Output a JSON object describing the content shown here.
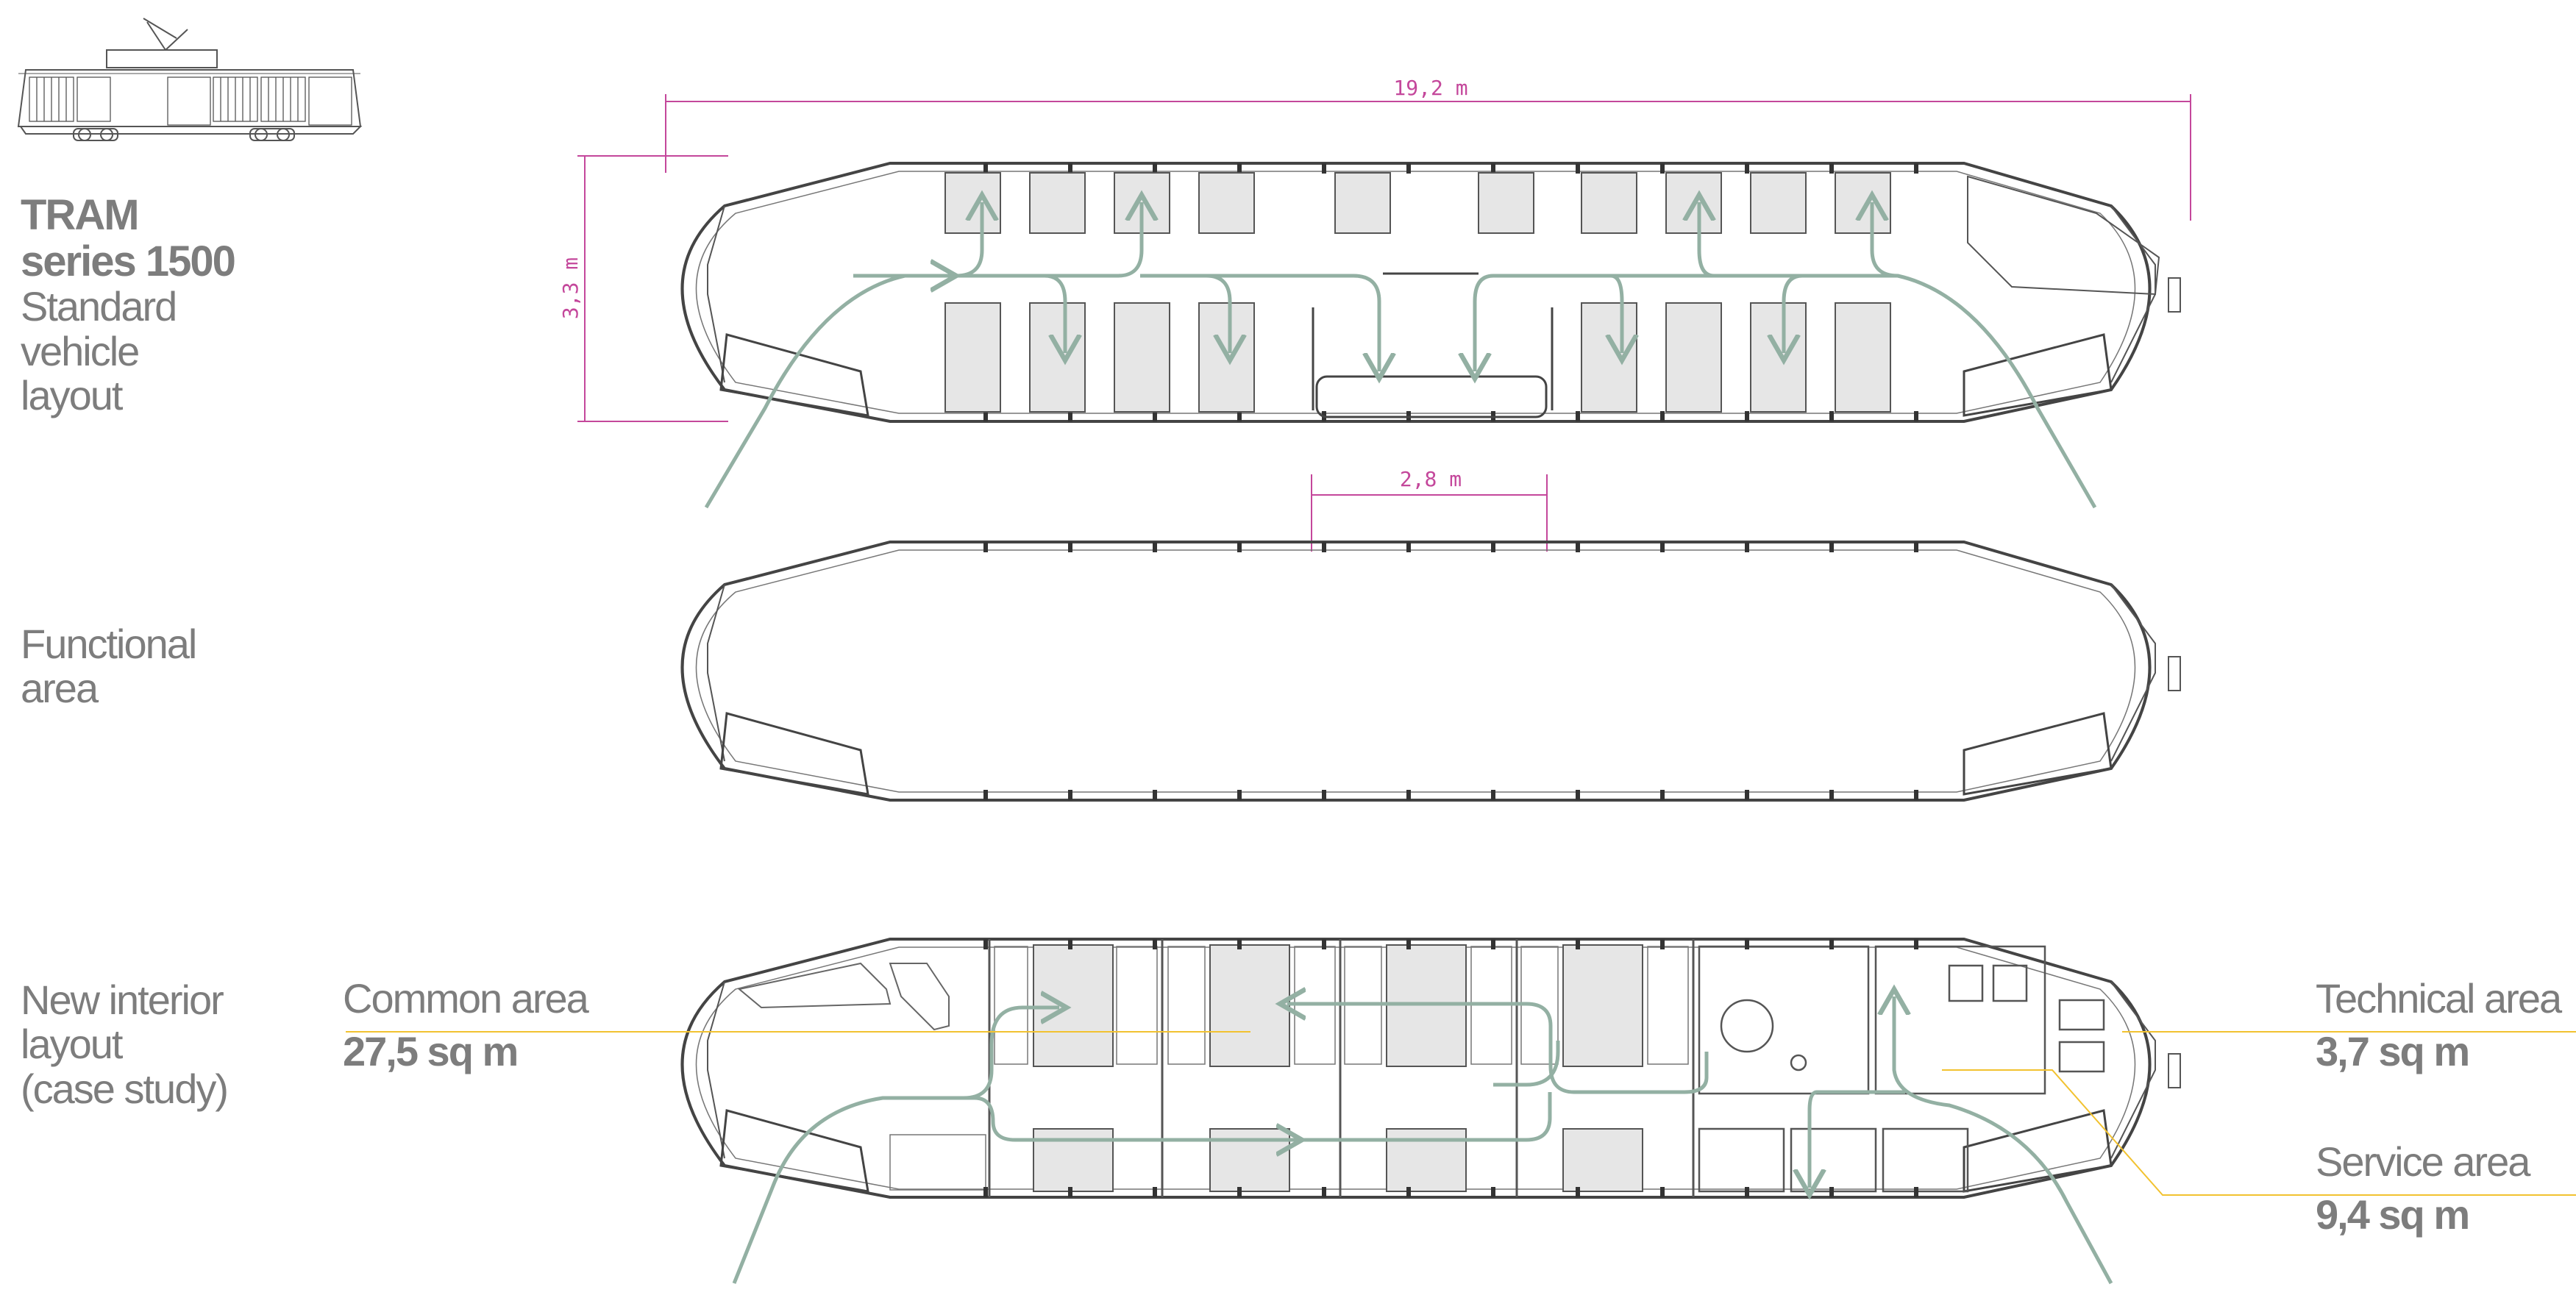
{
  "title": {
    "line1": "TRAM",
    "line2": "series 1500",
    "line3": "Standard",
    "line4": "vehicle",
    "line5": "layout"
  },
  "functional_label": {
    "line1": "Functional",
    "line2": "area"
  },
  "new_layout_label": {
    "line1": "New interior",
    "line2": "layout",
    "line3": "(case study)"
  },
  "areas": {
    "common": {
      "name": "Common area",
      "size": "27,5 sq m"
    },
    "technical": {
      "name": "Technical area",
      "size": "3,7 sq m"
    },
    "service": {
      "name": "Service area",
      "size": "9,4 sq m"
    }
  },
  "dimensions": {
    "length": "19,2 m",
    "width": "3,3 m",
    "door": "2,8 m"
  },
  "colors": {
    "text": "#7d7d7d",
    "outline": "#444444",
    "seat_fill": "#e6e6e6",
    "flow_arrow": "#93b0a3",
    "dimension": "#c4479b",
    "area_leader": "#f2c230"
  }
}
